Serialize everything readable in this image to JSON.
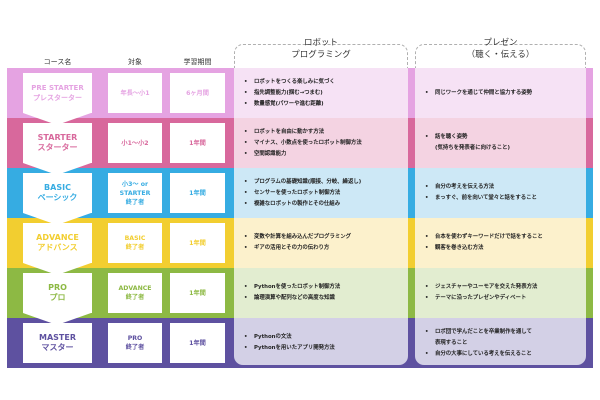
{
  "headers": {
    "course": "コース名",
    "target": "対象",
    "period": "学習期間",
    "robot_line1": "ロボット",
    "robot_line2": "プログラミング",
    "pres_line1": "プレゼン",
    "pres_line2": "（聴く・伝える）"
  },
  "colors": {
    "pre_starter": "#e5a3e2",
    "starter": "#d8689c",
    "basic": "#36ace2",
    "advance": "#f2ce30",
    "pro": "#8db944",
    "master": "#5e51a0"
  },
  "courses": [
    {
      "name_en": "PRE STARTER",
      "name_ja": "プレスターター",
      "target": [
        "年長〜小1"
      ],
      "period": "6ヶ月間",
      "color": "#e5a3e2",
      "text_color": "#e5a3e2",
      "panel_bg": "#f6e2f5",
      "robot": [
        "ロボットをつくる楽しみに気づく",
        "指先調整能力(掴む→つまむ)",
        "数量感覚(パワーや進む距離)"
      ],
      "pres": [
        "同じワークを通じて仲間と協力する姿勢"
      ]
    },
    {
      "name_en": "STARTER",
      "name_ja": "スターター",
      "target": [
        "小1〜小2"
      ],
      "period": "1年間",
      "color": "#d8689c",
      "text_color": "#d8689c",
      "panel_bg": "#f4d3e2",
      "robot": [
        "ロボットを自由に動かす方法",
        "マイナス、小数点を使ったロボット制御方法",
        "空間認識能力"
      ],
      "pres": [
        "話を聴く姿勢",
        "(気持ちを発表者に向けること)"
      ]
    },
    {
      "name_en": "BASIC",
      "name_ja": "ベーシック",
      "target": [
        "小3〜 or",
        "STARTER",
        "終了者"
      ],
      "period": "1年間",
      "color": "#36ace2",
      "text_color": "#36ace2",
      "panel_bg": "#cde8f6",
      "robot": [
        "プログラムの基礎知識(順接、分岐、繰返し)",
        "センサーを使ったロボット制御方法",
        "複雑なロボットの製作とその仕組み"
      ],
      "pres": [
        "自分の考えを伝える方法",
        "まっすぐ、前を向いて堂々と話をすること"
      ]
    },
    {
      "name_en": "ADVANCE",
      "name_ja": "アドバンス",
      "target": [
        "BASIC",
        "終了者"
      ],
      "period": "1年間",
      "color": "#f2ce30",
      "text_color": "#f2ce30",
      "panel_bg": "#fcf1cc",
      "robot": [
        "変数や計算を組み込んだプログラミング",
        "ギアの活用とその力の伝わり方"
      ],
      "pres": [
        "台本を使わずキーワードだけで話をすること",
        "観客を巻き込む方法"
      ]
    },
    {
      "name_en": "PRO",
      "name_ja": "プロ",
      "target": [
        "ADVANCE",
        "終了者"
      ],
      "period": "1年間",
      "color": "#8db944",
      "text_color": "#8db944",
      "panel_bg": "#e2edd0",
      "robot": [
        "Pythonを使ったロボット制御方法",
        "論理演算や配列などの高度な知識"
      ],
      "pres": [
        "ジェスチャーやユーモアを交えた発表方法",
        "テーマに沿ったプレゼンやディベート"
      ]
    },
    {
      "name_en": "MASTER",
      "name_ja": "マスター",
      "target": [
        "PRO",
        "終了者"
      ],
      "period": "1年間",
      "color": "#5e51a0",
      "text_color": "#5e51a0",
      "panel_bg": "#d3d0e6",
      "robot": [
        "Pythonの文法",
        "Pythonを用いたアプリ開発方法"
      ],
      "pres": [
        "ロボ団で学んだことを卒業制作を通して",
        "表現すること",
        "自分の大事にしている考えを伝えること"
      ]
    }
  ]
}
